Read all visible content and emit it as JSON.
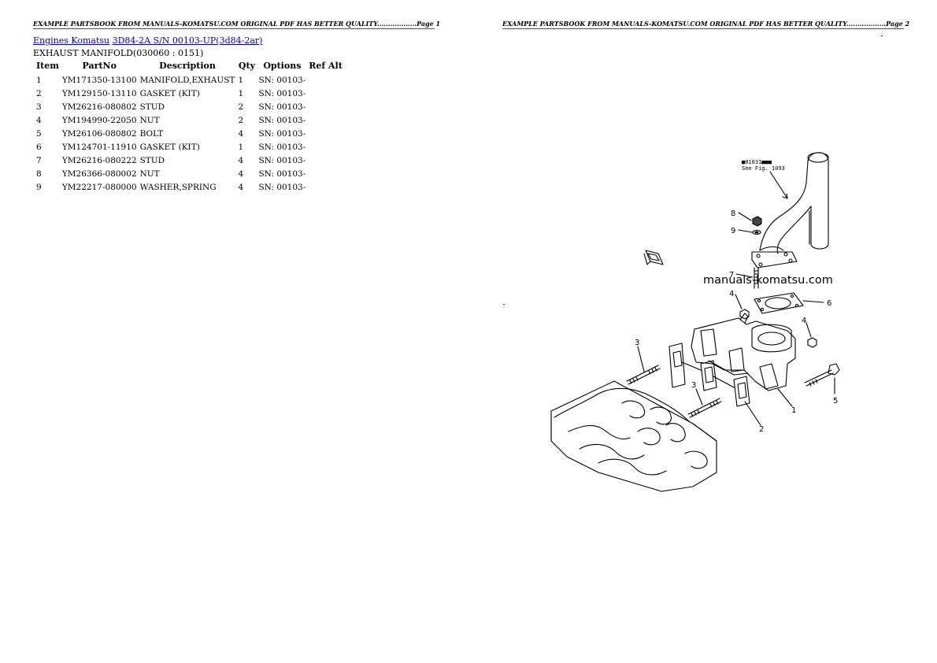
{
  "page1": {
    "header": "EXAMPLE PARTSBOOK FROM MANUALS-KOMATSU.COM ORIGINAL PDF HAS BETTER QUALITY..................Page 1",
    "breadcrumb": {
      "link1": "Engines Komatsu",
      "link2": "3D84-2A S/N 00103-UP(3d84-2ar)"
    },
    "section_title": "EXHAUST MANIFOLD(030060 : 0151)",
    "table": {
      "headers": [
        "Item",
        "PartNo",
        "Description",
        "Qty",
        "Options",
        "Ref Alt"
      ],
      "rows": [
        {
          "item": "1",
          "partno": "YM171350-13100",
          "desc": "MANIFOLD,EXHAUST",
          "qty": "1",
          "options": "SN: 00103-"
        },
        {
          "item": "2",
          "partno": "YM129150-13110",
          "desc": "GASKET (KIT)",
          "qty": "1",
          "options": "SN: 00103-"
        },
        {
          "item": "3",
          "partno": "YM26216-080802",
          "desc": "STUD",
          "qty": "2",
          "options": "SN: 00103-"
        },
        {
          "item": "4",
          "partno": "YM194990-22050",
          "desc": "NUT",
          "qty": "2",
          "options": "SN: 00103-"
        },
        {
          "item": "5",
          "partno": "YM26106-080802",
          "desc": "BOLT",
          "qty": "4",
          "options": "SN: 00103-"
        },
        {
          "item": "6",
          "partno": "YM124701-11910",
          "desc": "GASKET (KIT)",
          "qty": "1",
          "options": "SN: 00103-"
        },
        {
          "item": "7",
          "partno": "YM26216-080222",
          "desc": "STUD",
          "qty": "4",
          "options": "SN: 00103-"
        },
        {
          "item": "8",
          "partno": "YM26366-080002",
          "desc": "NUT",
          "qty": "4",
          "options": "SN: 00103-"
        },
        {
          "item": "9",
          "partno": "YM22217-080000",
          "desc": "WASHER,SPRING",
          "qty": "4",
          "options": "SN: 00103-"
        }
      ]
    }
  },
  "page2": {
    "header": "EXAMPLE PARTSBOOK FROM MANUALS-KOMATSU.COM ORIGINAL PDF HAS BETTER QUALITY..................Page 2",
    "diagram": {
      "watermark": "manuals-komatsu.com",
      "ref_line1": "■01031■■■",
      "ref_line2": "See Fig. 1093",
      "callouts": {
        "c1": "1",
        "c2": "2",
        "c3a": "3",
        "c3b": "3",
        "c4a": "4",
        "c4b": "4",
        "c5": "5",
        "c6": "6",
        "c7": "7",
        "c8": "8",
        "c9": "9"
      }
    }
  }
}
